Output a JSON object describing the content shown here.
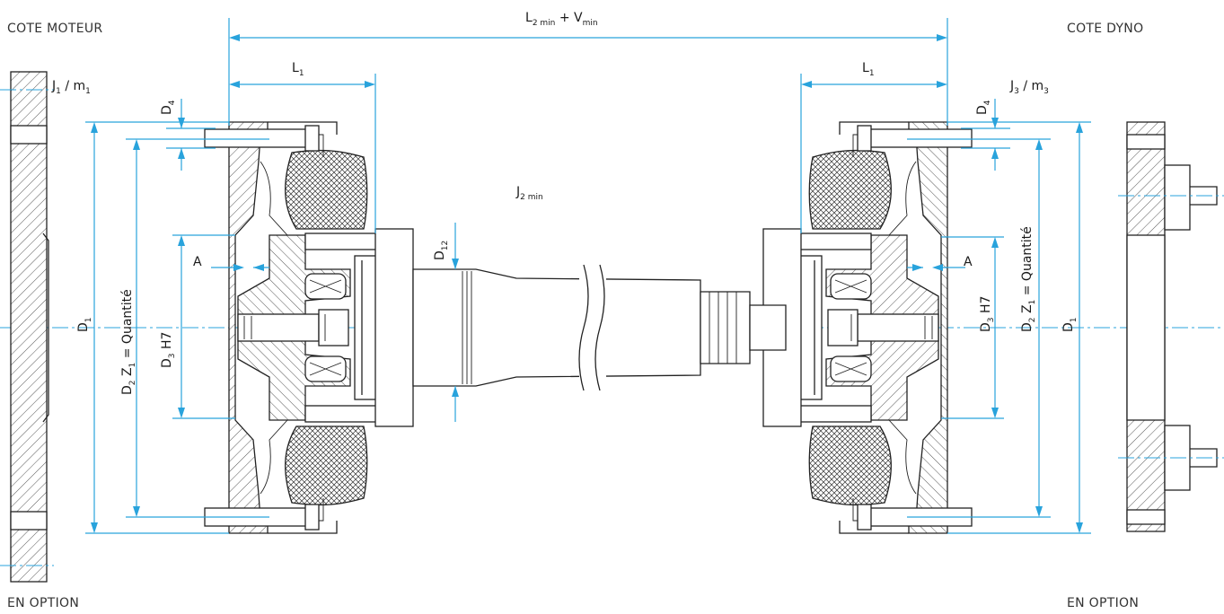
{
  "corners": {
    "top_left": "COTE MOTEUR",
    "top_right": "COTE DYNO",
    "bottom_left": "EN OPTION",
    "bottom_right": "EN OPTION"
  },
  "dims": {
    "overall": {
      "a": "L",
      "a_sub": "2 min",
      "mid": " + V",
      "b_sub": "min"
    },
    "l1": {
      "main": "L",
      "sub": "1"
    },
    "j1m1": {
      "a": "J",
      "a_sub": "1",
      "mid": " / m",
      "b_sub": "1"
    },
    "j3m3": {
      "a": "J",
      "a_sub": "3",
      "mid": " / m",
      "b_sub": "3"
    },
    "j2": {
      "main": "J",
      "sub": "2 min"
    },
    "d1": {
      "main": "D",
      "sub": "1"
    },
    "d2z1": {
      "a": "D",
      "a_sub": "2",
      "mid": " Z",
      "b_sub": "1",
      "tail": " = Quantité"
    },
    "d3": {
      "main": "D",
      "sub": "3",
      "tail": " H7"
    },
    "d4": {
      "main": "D",
      "sub": "4"
    },
    "d12": {
      "main": "D",
      "sub": "12"
    },
    "a": {
      "main": "A"
    }
  },
  "colors": {
    "dimension": "#29a3dc",
    "outline": "#222222",
    "text": "#1a1a1a"
  }
}
